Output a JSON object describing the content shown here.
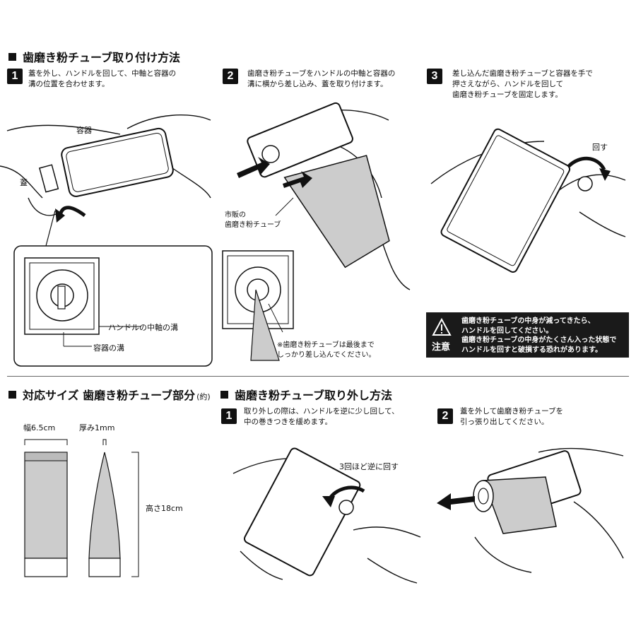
{
  "install": {
    "title": "歯磨き粉チューブ取り付け方法",
    "steps": [
      {
        "number": "1",
        "text": "蓋を外し、ハンドルを回して、中軸と容器の\n溝の位置を合わせます。"
      },
      {
        "number": "2",
        "text": "歯磨き粉チューブをハンドルの中軸と容器の\n溝に横から差し込み、蓋を取り付けます。"
      },
      {
        "number": "3",
        "text": "差し込んだ歯磨き粉チューブと容器を手で\n押さえながら、ハンドルを回して\n歯磨き粉チューブを固定します。"
      }
    ],
    "labels": {
      "container": "容器",
      "lid": "蓋",
      "handle_groove": "ハンドルの中軸の溝",
      "container_groove": "容器の溝",
      "commercial_tube": "市販の\n歯磨き粉チューブ",
      "insert_note": "※歯磨き粉チューブは最後まで\nしっかり差し込んでください。",
      "rotate": "回す"
    },
    "warning": {
      "label": "注意",
      "text": "歯磨き粉チューブの中身が減ってきたら、\nハンドルを回してください。\n歯磨き粉チューブの中身がたくさん入った状態で\nハンドルを回すと破損する恐れがあります。"
    }
  },
  "size": {
    "title": "対応サイズ 歯磨き粉チューブ部分",
    "title_suffix": "(約)",
    "width": "幅6.5cm",
    "thickness": "厚み1mm",
    "height": "高さ18cm"
  },
  "removal": {
    "title": "歯磨き粉チューブ取り外し方法",
    "steps": [
      {
        "number": "1",
        "text": "取り外しの際は、ハンドルを逆に少し回して、\n中の巻きつきを緩めます。"
      },
      {
        "number": "2",
        "text": "蓋を外して歯磨き粉チューブを\n引っ張り出してください。"
      }
    ],
    "rotate_back": "3回ほど逆に回す"
  },
  "colors": {
    "ink": "#111111",
    "tube_gray": "#cccccc",
    "warning_bg": "#1a1a1a"
  }
}
